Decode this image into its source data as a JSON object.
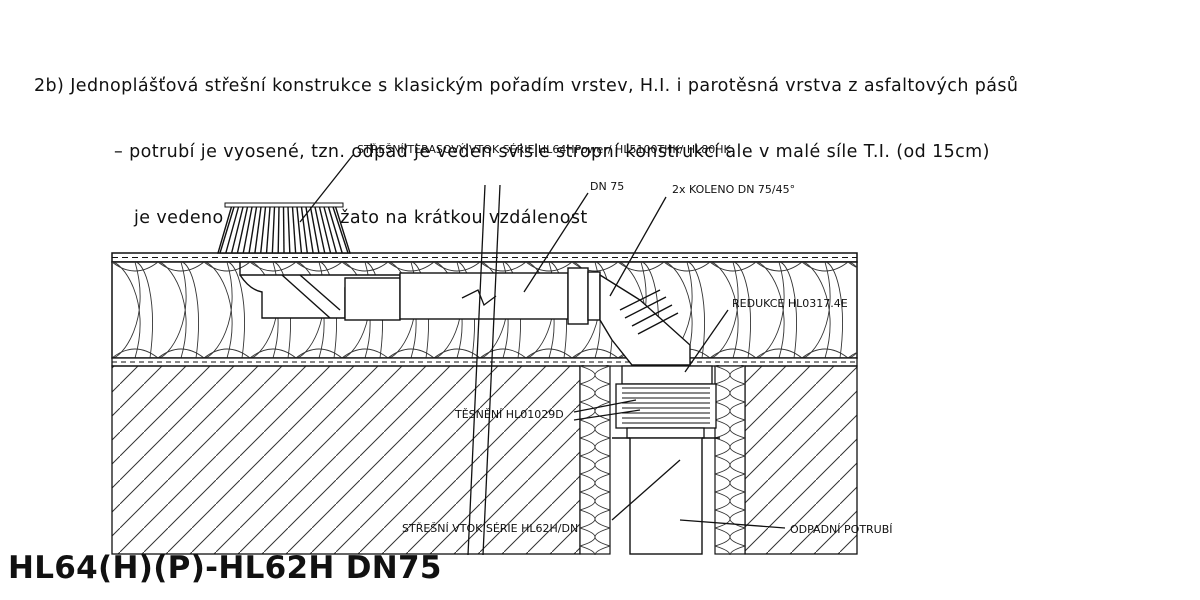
{
  "description": {
    "line1": "2b) Jednoplášťová střešní konstrukce s klasickým pořadím vrstev, H.I. i parotěsná vrstva z asfaltových pásů",
    "line2": "– potrubí je vyosené, tzn. odpad je veden svisle stropní konstrukcí ale v malé síle T.I. (od 15cm)",
    "line3": "je vedeno potrubí naležato na krátkou vzdálenost"
  },
  "labels": {
    "roof_outlet": "STŘEŠNÍ/TERASOVÝ VTOK SÉRIE HL64HPower/ HL5100THK/ HL80HK",
    "dn75": "DN 75",
    "elbow": "2x KOLENO DN 75/45°",
    "reducer": "REDUKCE HL0317.4E",
    "seal": "TĚSNĚNÍ HL01029D",
    "ceiling_outlet": "STŘEŠNÍ VTOK SÉRIE HL62H/DN",
    "drain_pipe": "ODPADNÍ POTRUBÍ"
  },
  "title": "HL64(H)(P)-HL62H DN75"
}
